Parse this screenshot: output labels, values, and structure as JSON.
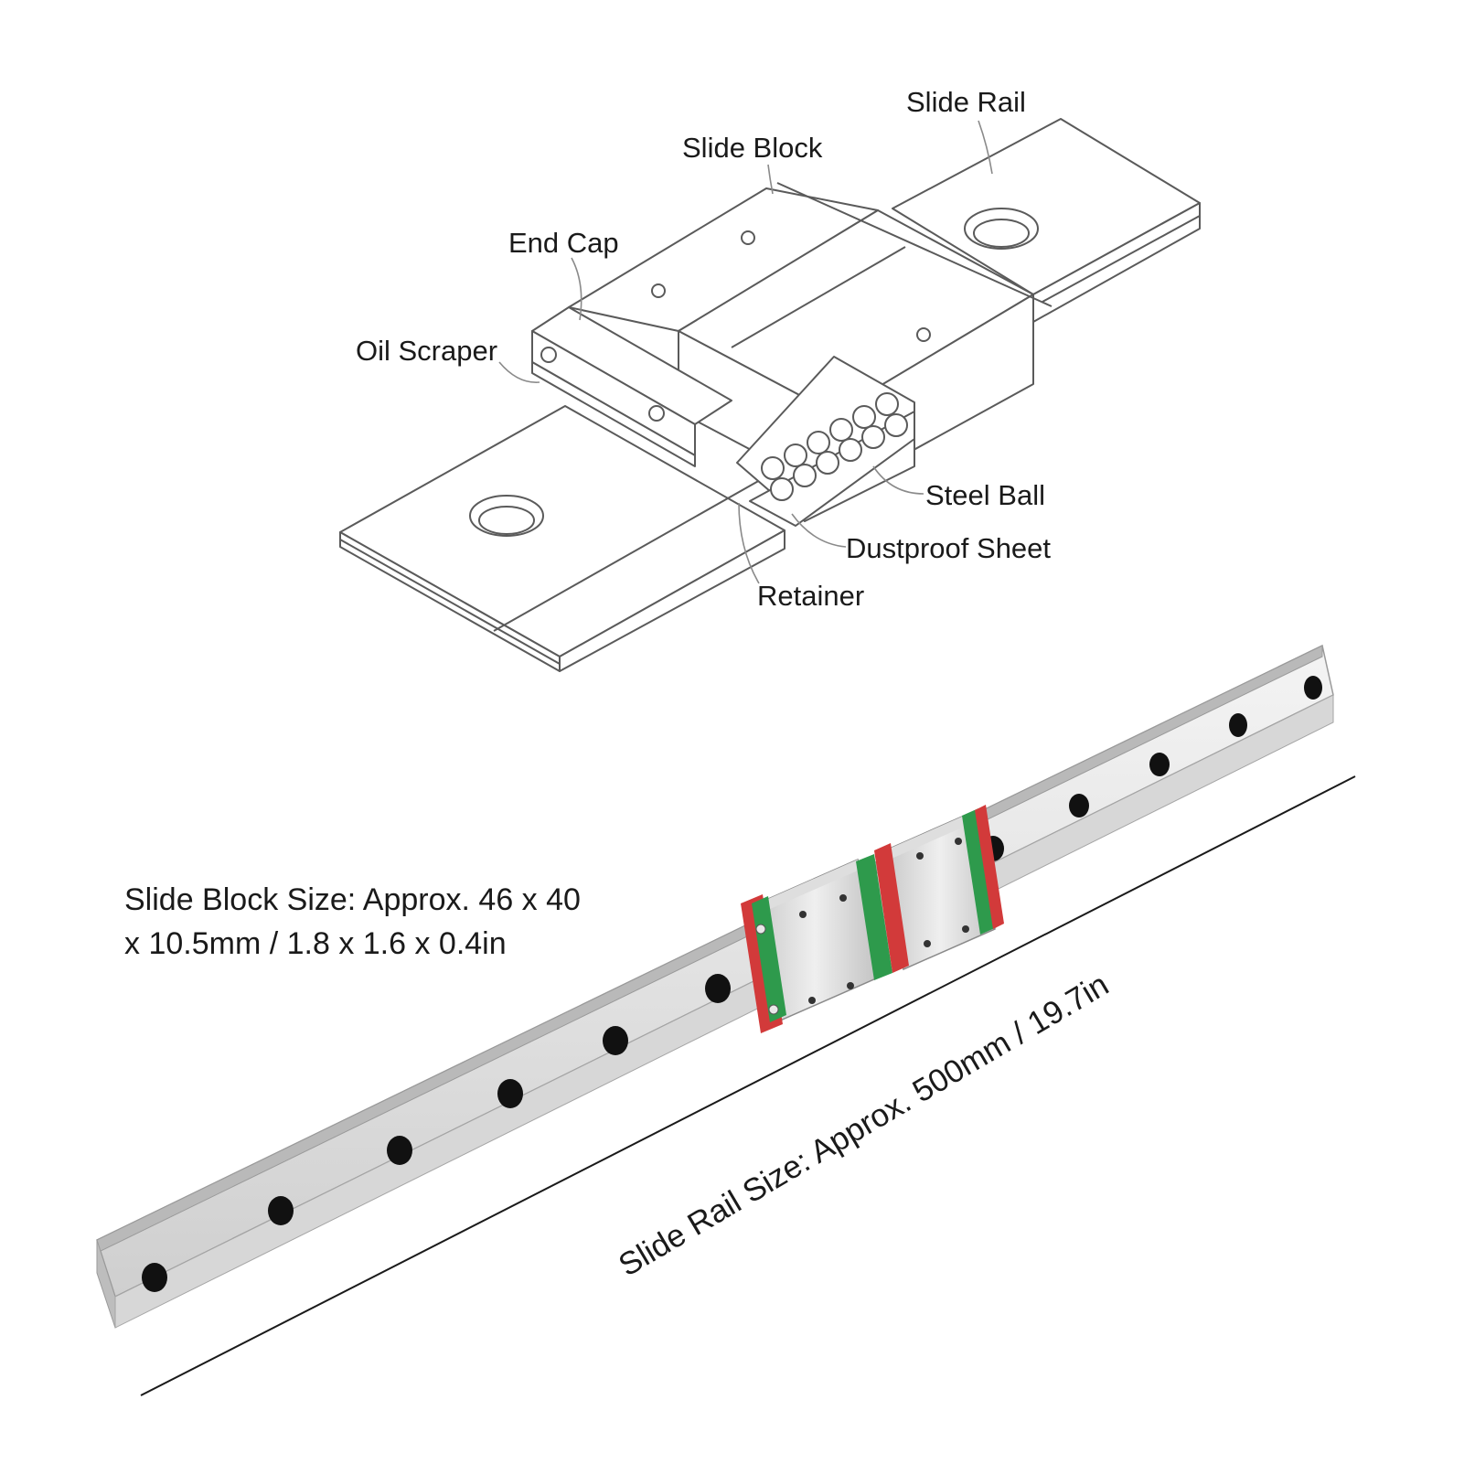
{
  "diagram": {
    "labels": {
      "slide_rail": "Slide Rail",
      "slide_block": "Slide Block",
      "end_cap": "End Cap",
      "oil_scraper": "Oil Scraper",
      "steel_ball": "Steel Ball",
      "dustproof_sheet": "Dustproof Sheet",
      "retainer": "Retainer"
    }
  },
  "specs": {
    "slide_block_size": "Slide Block Size: Approx. 46 x 40 x 10.5mm / 1.8 x 1.6 x 0.4in",
    "slide_rail_size": "Slide Rail Size: Approx. 500mm / 19.7in"
  },
  "colors": {
    "outline": "#5a5a5a",
    "rail_metal": "#dcdcdc",
    "seal_red": "#d23a3a",
    "seal_green": "#2e9a4c",
    "hole": "#111111"
  }
}
